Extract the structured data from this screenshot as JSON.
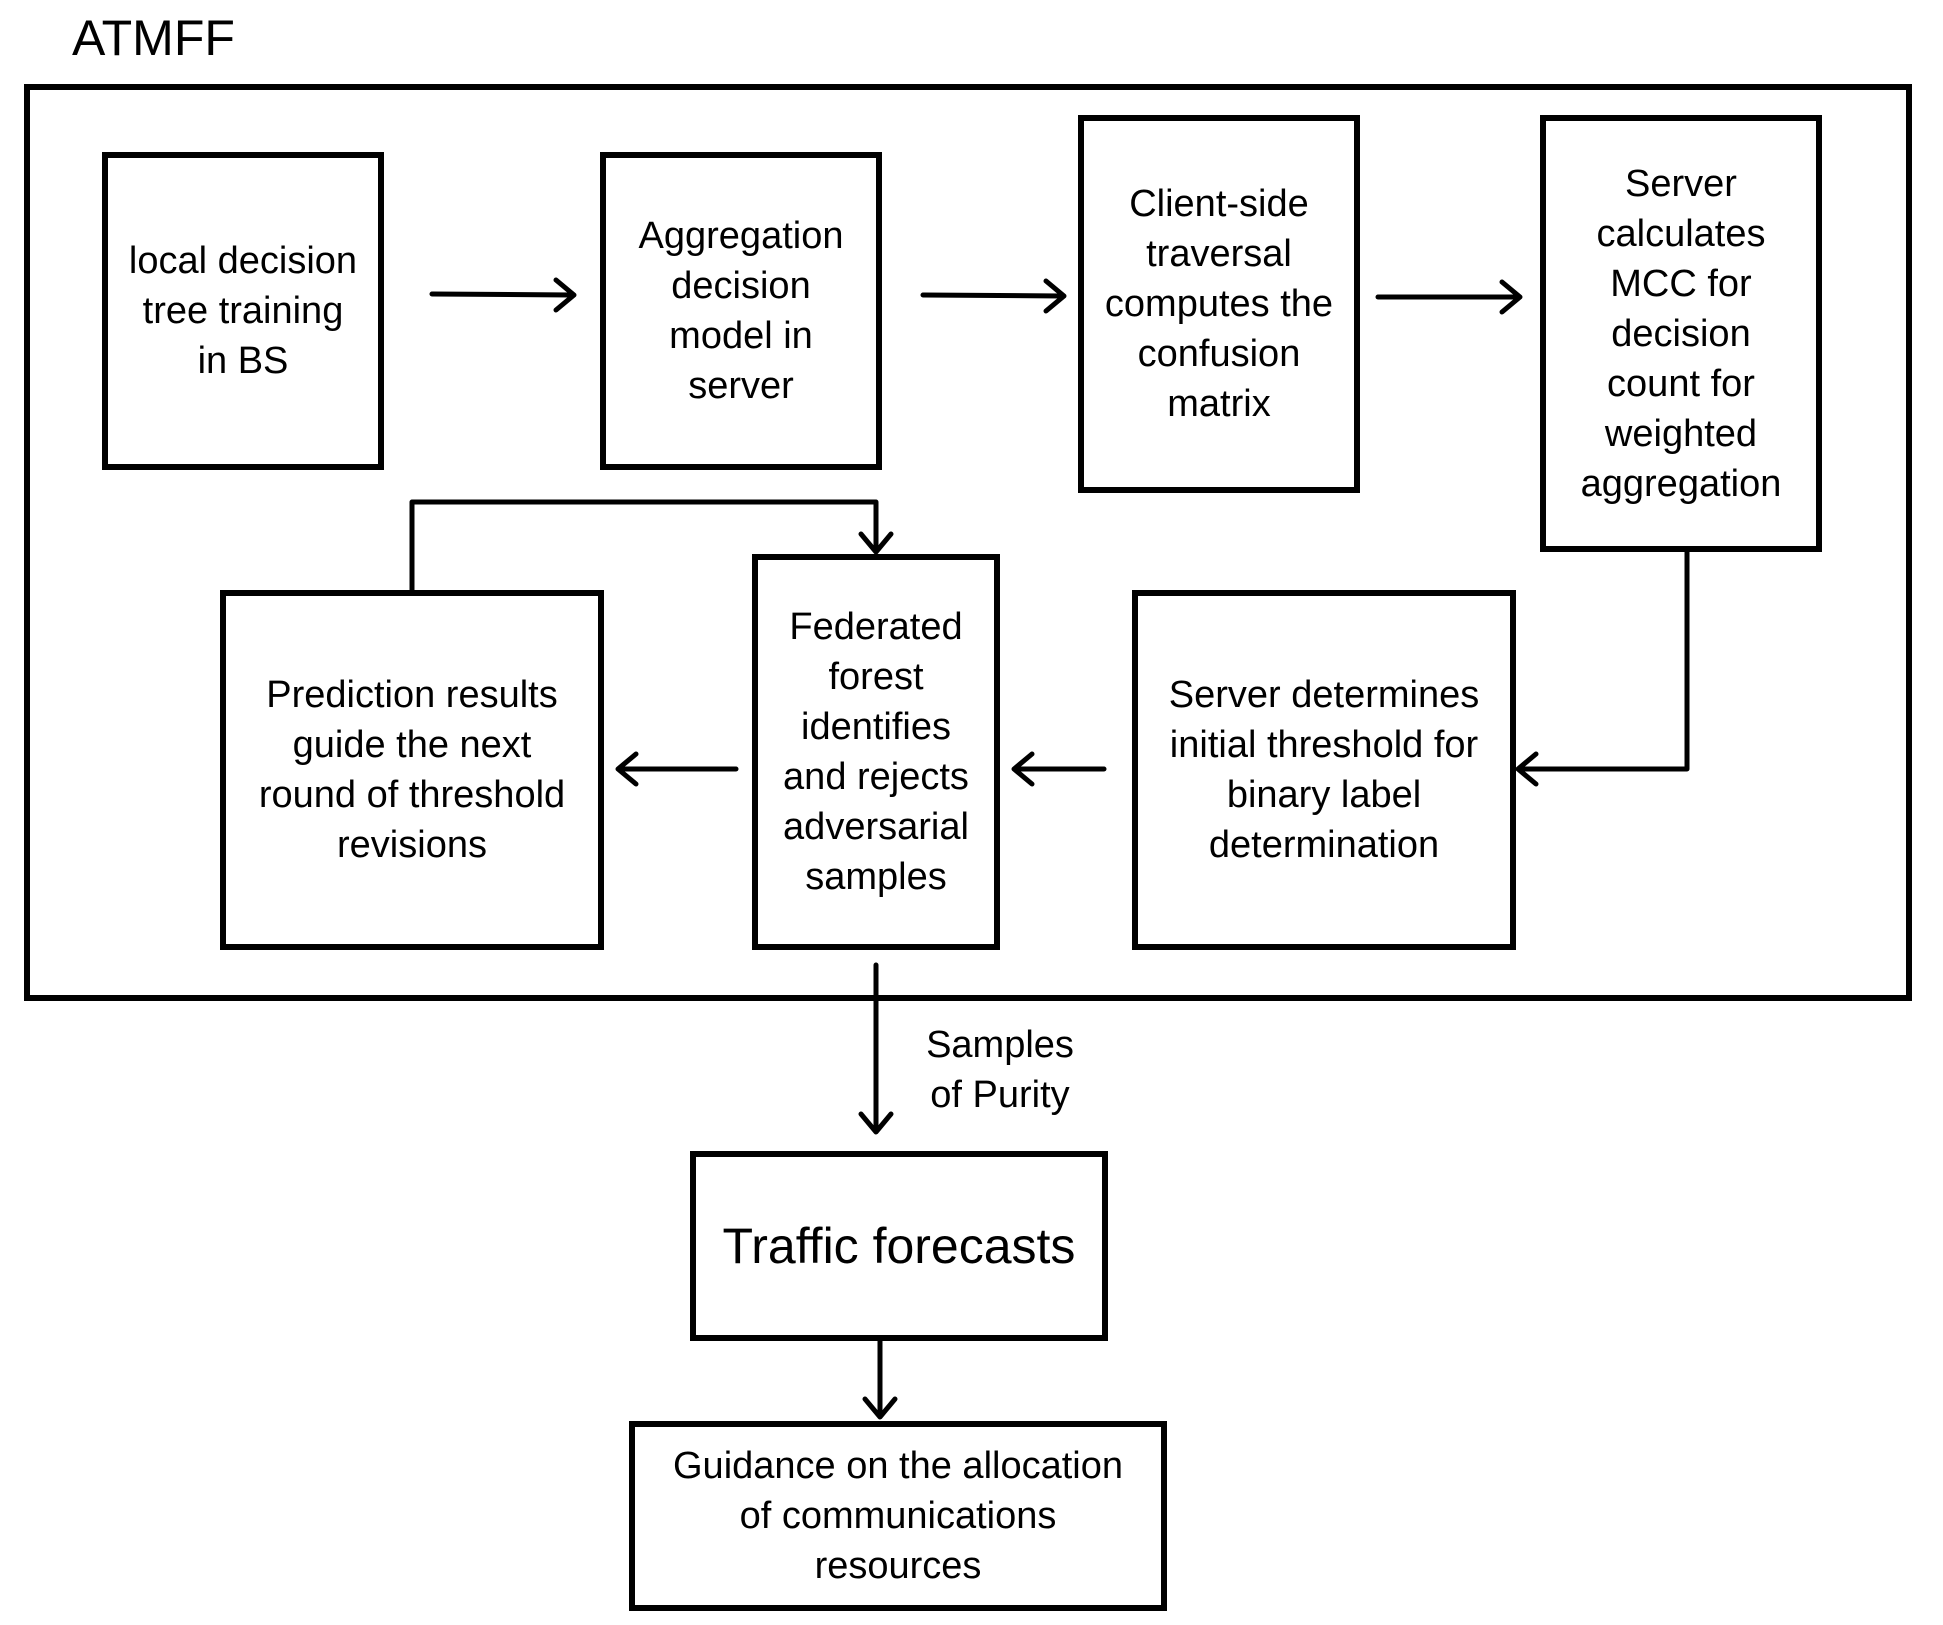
{
  "diagram": {
    "title": "ATMFF",
    "boxes": {
      "local_training": "local decision\ntree training\nin BS",
      "aggregation": "Aggregation\ndecision\nmodel in\nserver",
      "client_traversal": "Client-side\ntraversal\ncomputes the\nconfusion\nmatrix",
      "server_mcc": "Server\ncalculates\nMCC for\ndecision\ncount for\nweighted\naggregation",
      "server_threshold": "Server determines\ninitial threshold for\nbinary label\ndetermination",
      "federated_forest": "Federated\nforest\nidentifies\nand rejects\nadversarial\nsamples",
      "prediction_results": "Prediction results\nguide the next\nround of threshold\nrevisions",
      "traffic_forecasts": "Traffic forecasts",
      "guidance": "Guidance on the allocation\nof communications\nresources"
    },
    "edge_labels": {
      "purity": "Samples\nof Purity"
    }
  }
}
